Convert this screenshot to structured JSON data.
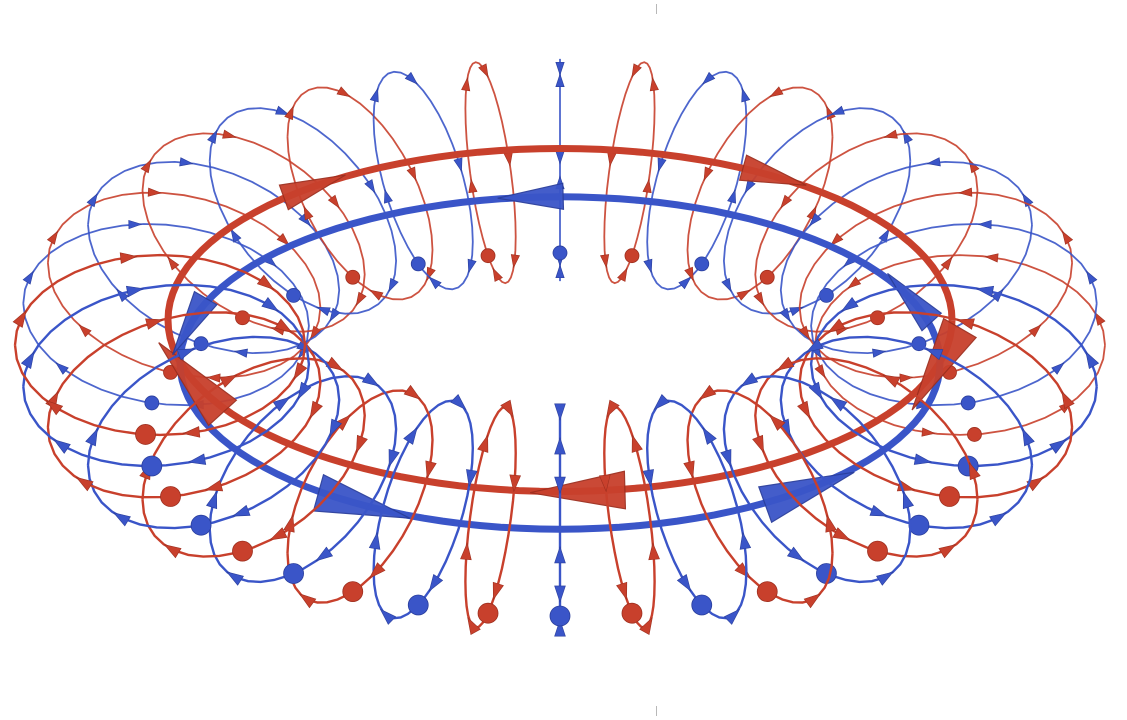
{
  "figure": {
    "subject": "torus-field-line-visualization",
    "colors": {
      "background": "#ffffff",
      "red": "#c8402c",
      "red_dark": "#9e2f1f",
      "blue": "#3a55c8",
      "blue_dark": "#2a3e9c",
      "axis_tick": "#b8b8b8"
    },
    "groups": [
      {
        "name": "red-field-lines",
        "color_key": "red"
      },
      {
        "name": "blue-field-lines",
        "color_key": "blue"
      }
    ]
  }
}
